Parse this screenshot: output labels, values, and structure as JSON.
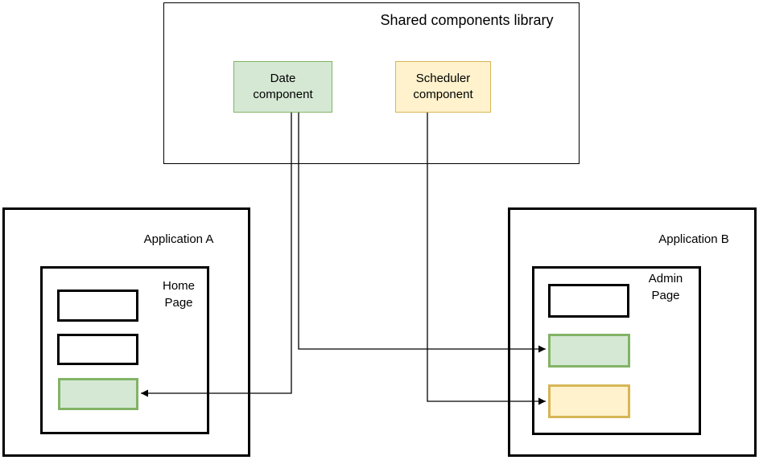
{
  "diagram": {
    "library": {
      "title": "Shared components library",
      "components": [
        {
          "name": "Date component",
          "lines": [
            "Date",
            "component"
          ],
          "fill": "#d5e8d4",
          "border": "#82b366"
        },
        {
          "name": "Scheduler component",
          "lines": [
            "Scheduler",
            "component"
          ],
          "fill": "#fff2cc",
          "border": "#d6b656"
        }
      ]
    },
    "applications": [
      {
        "title": "Application A",
        "page": {
          "title_lines": [
            "Home",
            "Page"
          ],
          "blocks": [
            {
              "kind": "plain"
            },
            {
              "kind": "plain"
            },
            {
              "kind": "date-component-instance",
              "fill": "#d5e8d4",
              "border": "#82b366"
            }
          ]
        }
      },
      {
        "title": "Application B",
        "page": {
          "title_lines": [
            "Admin",
            "Page"
          ],
          "blocks": [
            {
              "kind": "plain"
            },
            {
              "kind": "date-component-instance",
              "fill": "#d5e8d4",
              "border": "#82b366"
            },
            {
              "kind": "scheduler-component-instance",
              "fill": "#fff2cc",
              "border": "#d6b656"
            }
          ]
        }
      }
    ],
    "connections": [
      {
        "from": "Date component",
        "to": "Application A / Home Page / green block",
        "arrow": "left"
      },
      {
        "from": "Date component",
        "to": "Application B / Admin Page / green block",
        "arrow": "right"
      },
      {
        "from": "Scheduler component",
        "to": "Application B / Admin Page / yellow block",
        "arrow": "right"
      }
    ],
    "colors": {
      "green_fill": "#d5e8d4",
      "green_border": "#82b366",
      "yellow_fill": "#fff2cc",
      "yellow_border": "#d6b656",
      "box_border": "#000000",
      "line": "#000000",
      "background": "#ffffff"
    }
  }
}
